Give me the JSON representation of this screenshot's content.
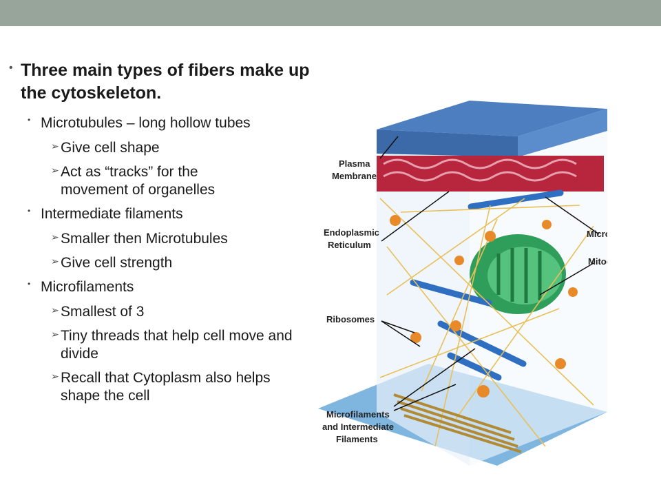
{
  "slide": {
    "bullets": [
      {
        "text": "Three main types of fibers make up the cytoskeleton."
      },
      {
        "text": "Microtubules – long hollow tubes"
      },
      {
        "text": "Give cell shape"
      },
      {
        "text": "Act as “tracks” for the movement of organelles"
      },
      {
        "text": "Intermediate filaments"
      },
      {
        "text": "Smaller then Microtubules"
      },
      {
        "text": "Give cell strength"
      },
      {
        "text": "Microfilaments"
      },
      {
        "text": "Smallest of 3"
      },
      {
        "text": "Tiny threads that help cell move and divide"
      },
      {
        "text": "Recall that Cytoplasm also helps shape the cell"
      }
    ]
  },
  "diagram": {
    "labels": {
      "plasma_1": "Plasma",
      "plasma_2": "Membrane",
      "er_1": "Endoplasmic",
      "er_2": "Reticulum",
      "ribosomes": "Ribosomes",
      "mf_1": "Microfilaments",
      "mf_2": "and Intermediate",
      "mf_3": "Filaments",
      "microtubule": "Microtubule",
      "mitochondrion": "Mitochondrion"
    }
  }
}
